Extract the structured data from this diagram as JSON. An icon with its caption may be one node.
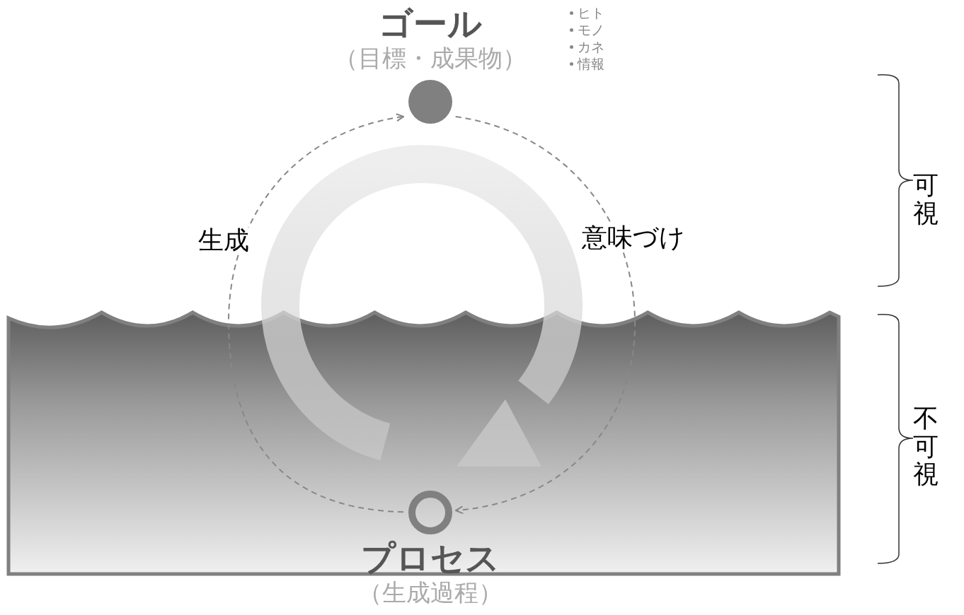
{
  "diagram": {
    "nodes": [
      {
        "text": [
          "ゴール",
          "（目標・成果物）"
        ],
        "beside": [
          "ヒト",
          "モノ",
          "カネ",
          "情報"
        ]
      },
      {
        "text": [
          "プロセス",
          "（生成過程）"
        ]
      }
    ],
    "edges": [
      {
        "from": 1,
        "to": 0,
        "arrow": "to",
        "label": "生成",
        "style": "dashed"
      },
      {
        "from": 0,
        "to": 1,
        "arrow": "to",
        "label": "意味づけ",
        "style": "dashed"
      }
    ],
    "labels": [
      "可視",
      "不可視"
    ]
  }
}
